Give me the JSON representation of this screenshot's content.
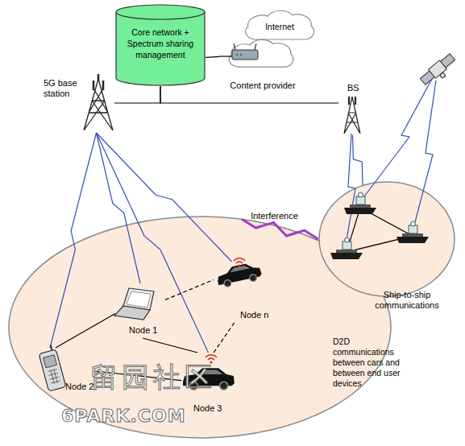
{
  "diagram": {
    "nodes": [
      {
        "text": [
          "Core network + Spectrum sharing management"
        ]
      },
      {
        "text": [
          "Internet"
        ]
      },
      {
        "text": [
          "Content provider"
        ]
      },
      {
        "text": [
          "5G base station"
        ]
      },
      {
        "text": [
          "BS"
        ]
      },
      {
        "text": [
          "D2D communications between cars and between end user devices"
        ]
      },
      {
        "text": [
          "Ship-to-ship communications"
        ]
      },
      {
        "text": [
          "Node n"
        ],
        "in": 5
      },
      {
        "text": [
          "Node 1"
        ],
        "in": 5
      },
      {
        "text": [
          "Node 2"
        ],
        "in": 5
      },
      {
        "text": [
          "Node 3"
        ],
        "in": 5
      }
    ],
    "edges": [
      {
        "from": 0,
        "to": 2,
        "arrow": "none"
      },
      {
        "from": 0,
        "to": 3,
        "arrow": "none"
      },
      {
        "from": 0,
        "to": 4,
        "arrow": "none"
      },
      {
        "from": 3,
        "to": 9,
        "arrow": "none"
      },
      {
        "from": 3,
        "to": 8,
        "arrow": "none"
      },
      {
        "from": 3,
        "to": 10,
        "arrow": "none"
      },
      {
        "from": 3,
        "to": 7,
        "arrow": "none"
      },
      {
        "from": 4,
        "to": 6,
        "arrow": "none"
      },
      {
        "from": 8,
        "to": 9,
        "arrow": "none"
      },
      {
        "from": 9,
        "to": 10,
        "arrow": "none"
      },
      {
        "from": 8,
        "to": 10,
        "arrow": "none"
      },
      {
        "from": 8,
        "to": 7,
        "arrow": "none"
      },
      {
        "from": 10,
        "to": 7,
        "arrow": "none"
      },
      {
        "from": 5,
        "to": 6,
        "label": "Interference",
        "arrow": "none"
      }
    ],
    "labels": [
      "留园社区",
      "6PARK.COM"
    ]
  }
}
